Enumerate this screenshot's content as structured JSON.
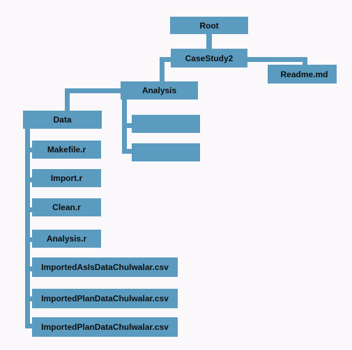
{
  "colors": {
    "node": "#5b9bbf",
    "connector": "#5b9bbf",
    "text": "#0d0d0d",
    "background": "#faf8fa"
  },
  "nodes": {
    "root": "Root",
    "casestudy": "CaseStudy2",
    "readme": "Readme.md",
    "analysis": "Analysis",
    "analysis_child_1": "",
    "analysis_child_2": "",
    "data": "Data",
    "files": [
      "Makefile.r",
      "Import.r",
      "Clean.r",
      "Analysis.r",
      "ImportedAsIsDataChulwalar.csv",
      "ImportedPlanDataChulwalar.csv",
      "ImportedPlanDataChulwalar.csv"
    ]
  }
}
